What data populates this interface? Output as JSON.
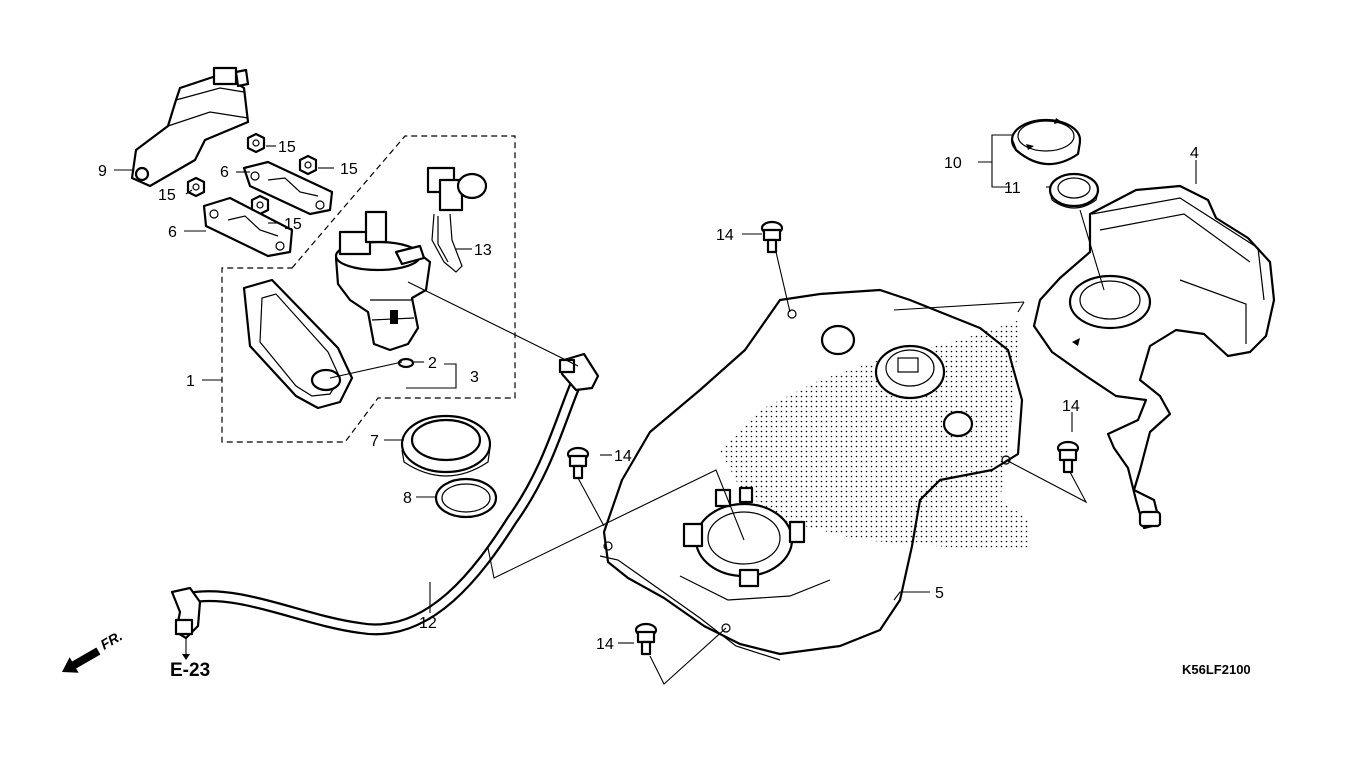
{
  "callouts": {
    "c1": "1",
    "c2": "2",
    "c3": "3",
    "c4": "4",
    "c5": "5",
    "c6a": "6",
    "c6b": "6",
    "c7": "7",
    "c8": "8",
    "c9": "9",
    "c10": "10",
    "c11": "11",
    "c12": "12",
    "c13": "13",
    "c14a": "14",
    "c14b": "14",
    "c14c": "14",
    "c14d": "14",
    "c15a": "15",
    "c15b": "15",
    "c15c": "15",
    "c15d": "15"
  },
  "reference": {
    "page_ref": "E-23",
    "direction": "FR.",
    "drawing_code": "K56LF2100"
  },
  "icons": [
    "front-direction-arrow-icon"
  ],
  "colors": {
    "line": "#000000",
    "background": "#ffffff",
    "fill": "#ffffff"
  }
}
